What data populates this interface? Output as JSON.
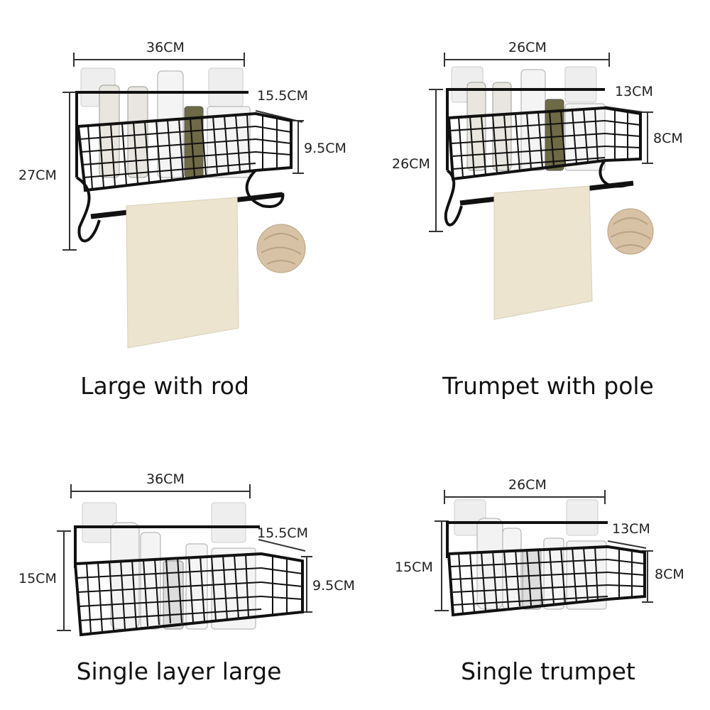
{
  "products": [
    {
      "caption": "Large with rod",
      "width_label": "36CM",
      "height_label": "27CM",
      "depth_label": "15.5CM",
      "basket_height_label": "9.5CM"
    },
    {
      "caption": "Trumpet with pole",
      "width_label": "26CM",
      "height_label": "26CM",
      "depth_label": "13CM",
      "basket_height_label": "8CM"
    },
    {
      "caption": "Single layer large",
      "width_label": "36CM",
      "height_label": "15CM",
      "depth_label": "15.5CM",
      "basket_height_label": "9.5CM"
    },
    {
      "caption": "Single trumpet",
      "width_label": "26CM",
      "height_label": "15CM",
      "depth_label": "13CM",
      "basket_height_label": "8CM"
    }
  ],
  "colors": {
    "wire": "#111111",
    "towel": "#ece4cf",
    "sponge": "#d8c2a6",
    "hook_pad": "#eeeeee",
    "dimension_line": "#333333"
  }
}
